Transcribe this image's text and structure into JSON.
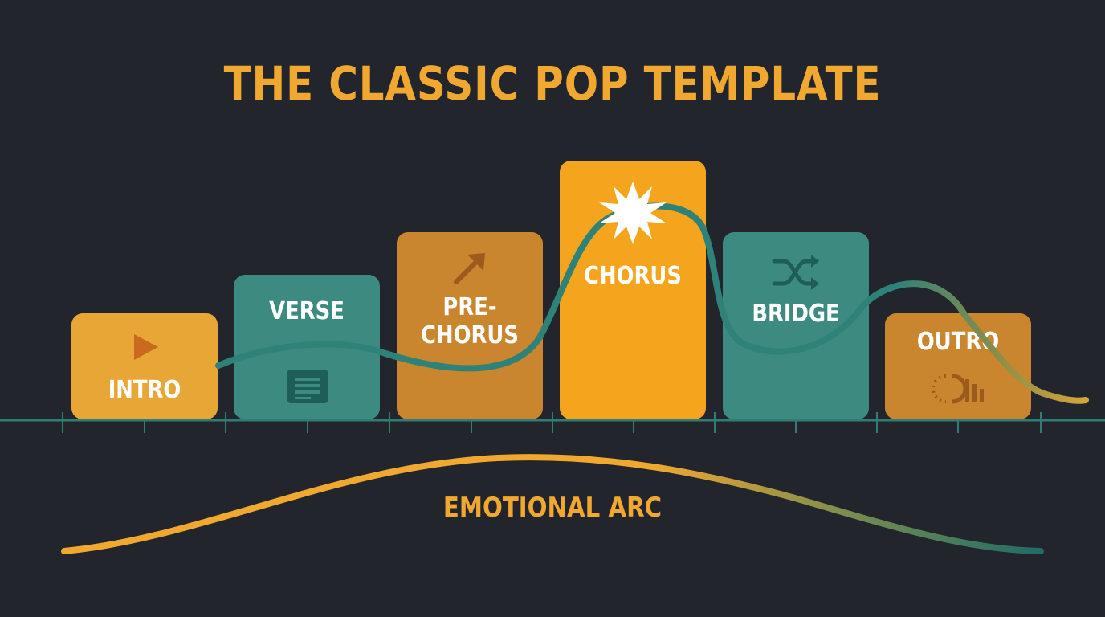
{
  "title": "THE CLASSIC POP TEMPLATE",
  "sections": [
    {
      "label": "INTRO",
      "icon": "play-icon",
      "color": "#e8a637"
    },
    {
      "label": "VERSE",
      "icon": "lyrics-sheet-icon",
      "color": "#3d8a80"
    },
    {
      "label": "PRE-CHORUS",
      "icon": "arrow-up-right-icon",
      "color": "#c9862e"
    },
    {
      "label": "CHORUS",
      "icon": "starburst-icon",
      "color": "#f5a51d"
    },
    {
      "label": "BRIDGE",
      "icon": "shuffle-icon",
      "color": "#3d8a80"
    },
    {
      "label": "OUTRO",
      "icon": "fade-out-icon",
      "color": "#c9862e"
    }
  ],
  "arc_label": "EMOTIONAL ARC",
  "colors": {
    "background": "#22252b",
    "accent": "#f0a830",
    "teal": "#2f8278",
    "timeline": "#2f7d74"
  }
}
